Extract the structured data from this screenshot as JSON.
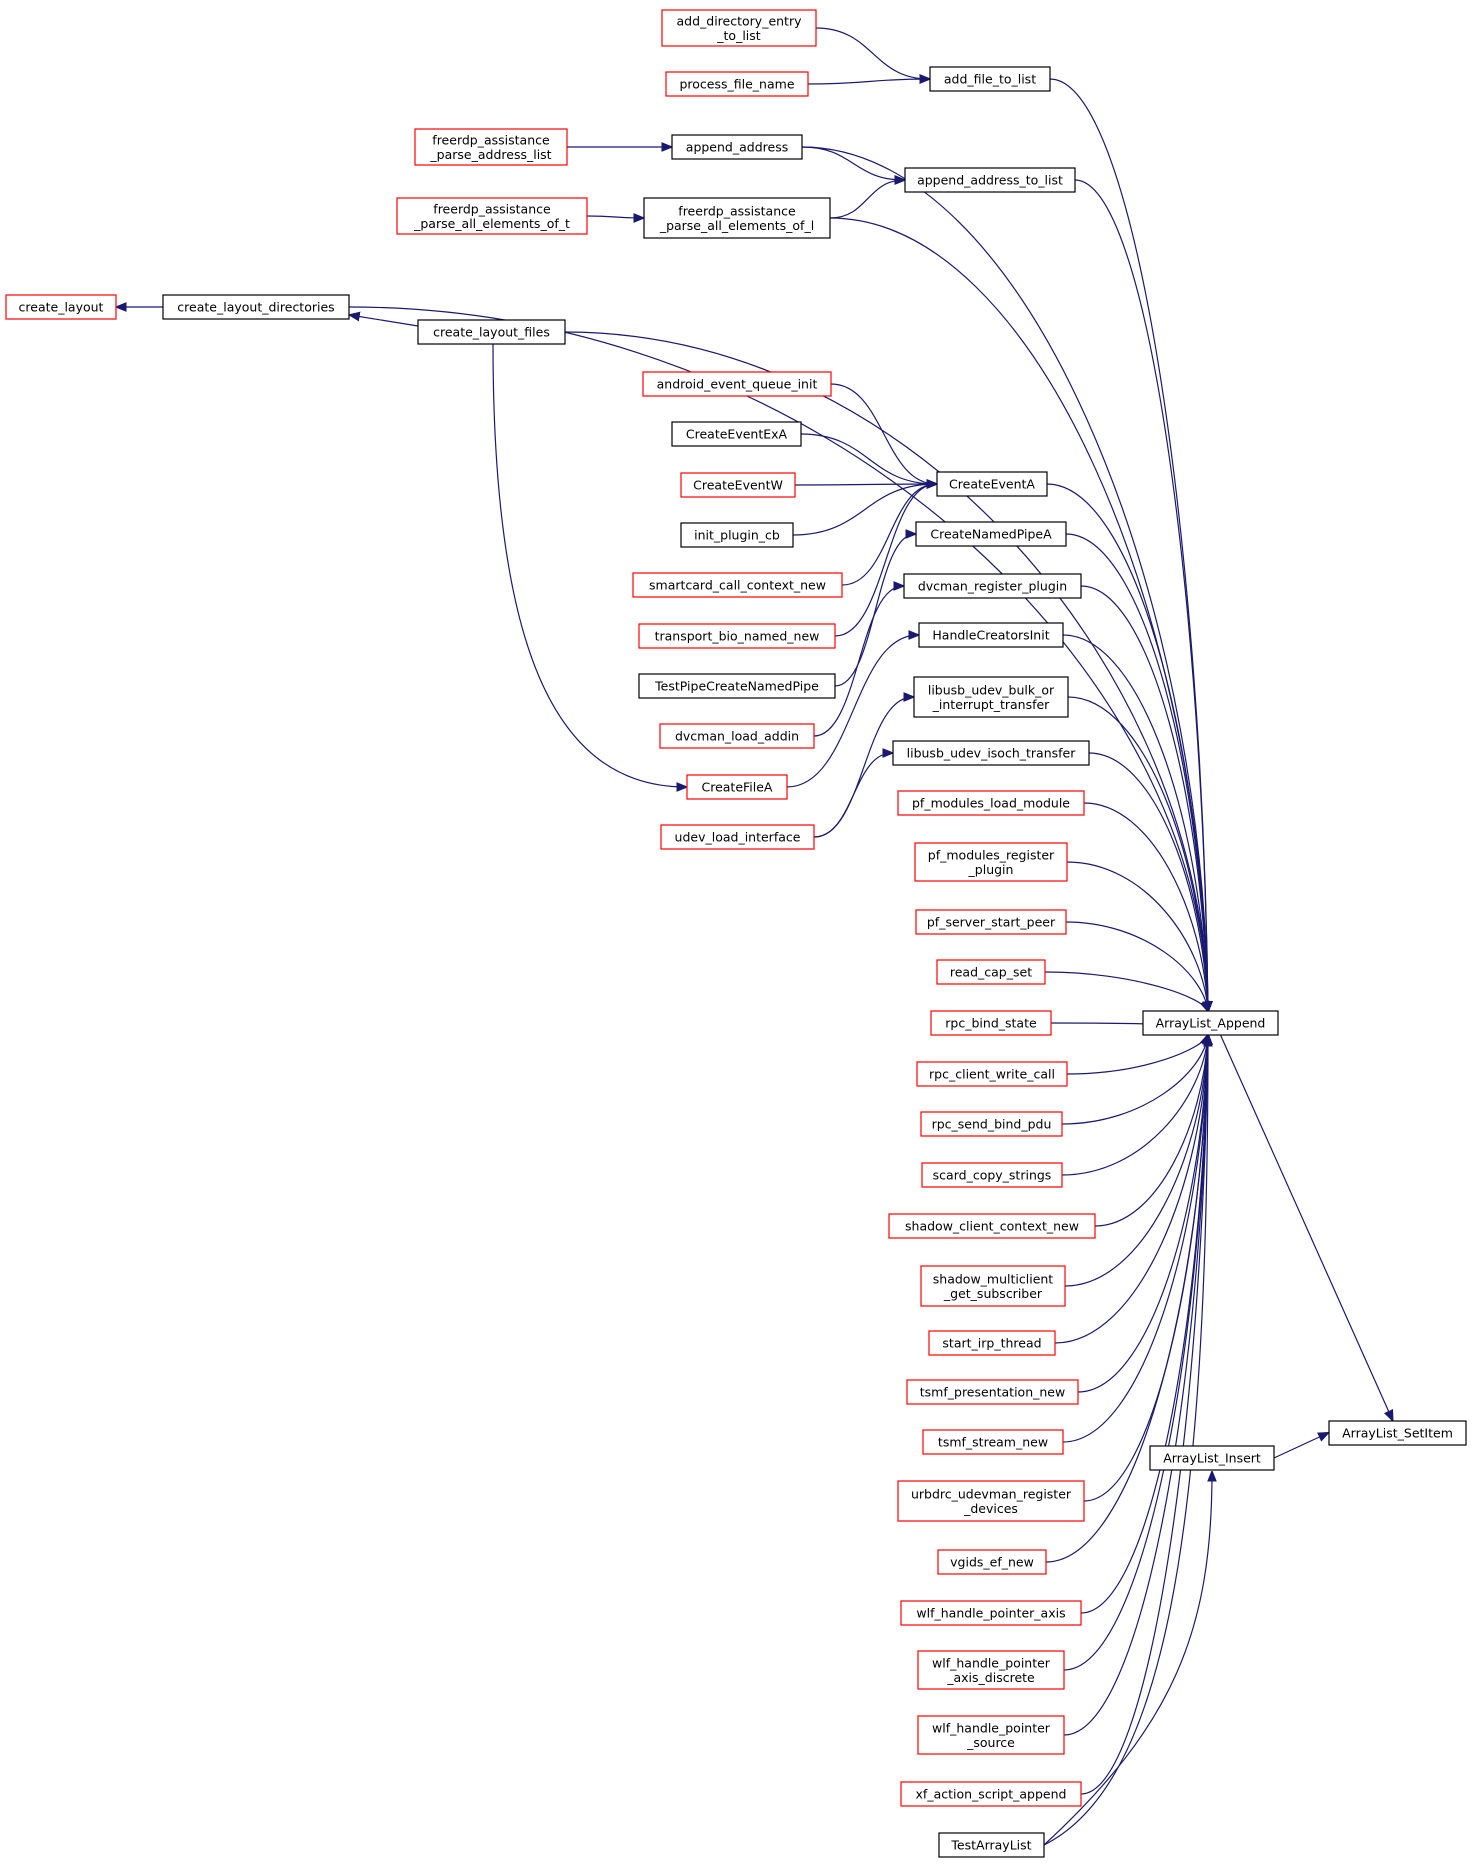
{
  "colors": {
    "edge": "#191970",
    "border_normal": "#000000",
    "border_link": "#ff0000",
    "fill_focus": "#bfbfbf",
    "fill_normal": "#ffffff"
  },
  "nodes": [
    {
      "id": "n_add_dir_entry",
      "lines": [
        "add_directory_entry",
        "_to_list"
      ],
      "border": "red"
    },
    {
      "id": "n_process_file_name",
      "lines": [
        "process_file_name"
      ],
      "border": "red"
    },
    {
      "id": "n_add_file_to_list",
      "lines": [
        "add_file_to_list"
      ],
      "border": "black"
    },
    {
      "id": "n_freerdp_addr_list",
      "lines": [
        "freerdp_assistance",
        "_parse_address_list"
      ],
      "border": "red"
    },
    {
      "id": "n_append_address",
      "lines": [
        "append_address"
      ],
      "border": "black"
    },
    {
      "id": "n_append_address_to_list",
      "lines": [
        "append_address_to_list"
      ],
      "border": "black"
    },
    {
      "id": "n_freerdp_all_t",
      "lines": [
        "freerdp_assistance",
        "_parse_all_elements_of_t"
      ],
      "border": "red"
    },
    {
      "id": "n_freerdp_all_l",
      "lines": [
        "freerdp_assistance",
        "_parse_all_elements_of_l"
      ],
      "border": "black"
    },
    {
      "id": "n_create_layout",
      "lines": [
        "create_layout"
      ],
      "border": "red"
    },
    {
      "id": "n_create_layout_dirs",
      "lines": [
        "create_layout_directories"
      ],
      "border": "black"
    },
    {
      "id": "n_create_layout_files",
      "lines": [
        "create_layout_files"
      ],
      "border": "black"
    },
    {
      "id": "n_android_event_queue_init",
      "lines": [
        "android_event_queue_init"
      ],
      "border": "red"
    },
    {
      "id": "n_create_event_exa",
      "lines": [
        "CreateEventExA"
      ],
      "border": "black"
    },
    {
      "id": "n_create_event_w",
      "lines": [
        "CreateEventW"
      ],
      "border": "red"
    },
    {
      "id": "n_create_event_a",
      "lines": [
        "CreateEventA"
      ],
      "border": "black"
    },
    {
      "id": "n_init_plugin_cb",
      "lines": [
        "init_plugin_cb"
      ],
      "border": "black"
    },
    {
      "id": "n_create_named_pipe_a",
      "lines": [
        "CreateNamedPipeA"
      ],
      "border": "black"
    },
    {
      "id": "n_smartcard_ctx_new",
      "lines": [
        "smartcard_call_context_new"
      ],
      "border": "red"
    },
    {
      "id": "n_dvcman_register_plugin",
      "lines": [
        "dvcman_register_plugin"
      ],
      "border": "black"
    },
    {
      "id": "n_transport_bio_named_new",
      "lines": [
        "transport_bio_named_new"
      ],
      "border": "red"
    },
    {
      "id": "n_handle_creators_init",
      "lines": [
        "HandleCreatorsInit"
      ],
      "border": "black"
    },
    {
      "id": "n_test_pipe_create",
      "lines": [
        "TestPipeCreateNamedPipe"
      ],
      "border": "black"
    },
    {
      "id": "n_libusb_bulk",
      "lines": [
        "libusb_udev_bulk_or",
        "_interrupt_transfer"
      ],
      "border": "black"
    },
    {
      "id": "n_dvcman_load_addin",
      "lines": [
        "dvcman_load_addin"
      ],
      "border": "red"
    },
    {
      "id": "n_libusb_isoch",
      "lines": [
        "libusb_udev_isoch_transfer"
      ],
      "border": "black"
    },
    {
      "id": "n_create_file_a",
      "lines": [
        "CreateFileA"
      ],
      "border": "red"
    },
    {
      "id": "n_pf_modules_load",
      "lines": [
        "pf_modules_load_module"
      ],
      "border": "red"
    },
    {
      "id": "n_udev_load_interface",
      "lines": [
        "udev_load_interface"
      ],
      "border": "red"
    },
    {
      "id": "n_pf_modules_register",
      "lines": [
        "pf_modules_register",
        "_plugin"
      ],
      "border": "red"
    },
    {
      "id": "n_pf_server_start_peer",
      "lines": [
        "pf_server_start_peer"
      ],
      "border": "red"
    },
    {
      "id": "n_read_cap_set",
      "lines": [
        "read_cap_set"
      ],
      "border": "red"
    },
    {
      "id": "n_rpc_bind_state",
      "lines": [
        "rpc_bind_state"
      ],
      "border": "red"
    },
    {
      "id": "n_arraylist_append",
      "lines": [
        "ArrayList_Append"
      ],
      "border": "black"
    },
    {
      "id": "n_rpc_client_write_call",
      "lines": [
        "rpc_client_write_call"
      ],
      "border": "red"
    },
    {
      "id": "n_rpc_send_bind_pdu",
      "lines": [
        "rpc_send_bind_pdu"
      ],
      "border": "red"
    },
    {
      "id": "n_scard_copy_strings",
      "lines": [
        "scard_copy_strings"
      ],
      "border": "red"
    },
    {
      "id": "n_shadow_client_ctx_new",
      "lines": [
        "shadow_client_context_new"
      ],
      "border": "red"
    },
    {
      "id": "n_shadow_multiclient",
      "lines": [
        "shadow_multiclient",
        "_get_subscriber"
      ],
      "border": "red"
    },
    {
      "id": "n_start_irp_thread",
      "lines": [
        "start_irp_thread"
      ],
      "border": "red"
    },
    {
      "id": "n_tsmf_presentation_new",
      "lines": [
        "tsmf_presentation_new"
      ],
      "border": "red"
    },
    {
      "id": "n_arraylist_setitem",
      "lines": [
        "ArrayList_SetItem"
      ],
      "border": "focus"
    },
    {
      "id": "n_tsmf_stream_new",
      "lines": [
        "tsmf_stream_new"
      ],
      "border": "red"
    },
    {
      "id": "n_arraylist_insert",
      "lines": [
        "ArrayList_Insert"
      ],
      "border": "black"
    },
    {
      "id": "n_urbdrc_register",
      "lines": [
        "urbdrc_udevman_register",
        "_devices"
      ],
      "border": "red"
    },
    {
      "id": "n_vgids_ef_new",
      "lines": [
        "vgids_ef_new"
      ],
      "border": "red"
    },
    {
      "id": "n_wlf_pointer_axis",
      "lines": [
        "wlf_handle_pointer_axis"
      ],
      "border": "red"
    },
    {
      "id": "n_wlf_pointer_axis_discrete",
      "lines": [
        "wlf_handle_pointer",
        "_axis_discrete"
      ],
      "border": "red"
    },
    {
      "id": "n_wlf_pointer_source",
      "lines": [
        "wlf_handle_pointer",
        "_source"
      ],
      "border": "red"
    },
    {
      "id": "n_xf_action_script_append",
      "lines": [
        "xf_action_script_append"
      ],
      "border": "red"
    },
    {
      "id": "n_test_array_list",
      "lines": [
        "TestArrayList"
      ],
      "border": "black"
    }
  ],
  "edges": [
    [
      "n_add_dir_entry",
      "n_add_file_to_list"
    ],
    [
      "n_process_file_name",
      "n_add_file_to_list"
    ],
    [
      "n_freerdp_addr_list",
      "n_append_address"
    ],
    [
      "n_append_address",
      "n_append_address_to_list"
    ],
    [
      "n_freerdp_all_l",
      "n_append_address_to_list"
    ],
    [
      "n_freerdp_all_t",
      "n_freerdp_all_l"
    ],
    [
      "n_create_layout_dirs",
      "n_create_layout"
    ],
    [
      "n_create_layout_files",
      "n_create_layout_dirs"
    ],
    [
      "n_android_event_queue_init",
      "n_create_event_a"
    ],
    [
      "n_create_event_exa",
      "n_create_event_a"
    ],
    [
      "n_create_event_w",
      "n_create_event_a"
    ],
    [
      "n_init_plugin_cb",
      "n_create_event_a"
    ],
    [
      "n_smartcard_ctx_new",
      "n_create_event_a"
    ],
    [
      "n_transport_bio_named_new",
      "n_create_event_a"
    ],
    [
      "n_test_pipe_create",
      "n_create_named_pipe_a"
    ],
    [
      "n_dvcman_load_addin",
      "n_dvcman_register_plugin"
    ],
    [
      "n_create_file_a",
      "n_handle_creators_init"
    ],
    [
      "n_udev_load_interface",
      "n_libusb_bulk"
    ],
    [
      "n_udev_load_interface",
      "n_libusb_isoch"
    ],
    [
      "n_create_layout_files",
      "n_create_file_a"
    ],
    [
      "n_add_file_to_list",
      "n_arraylist_append"
    ],
    [
      "n_append_address",
      "n_arraylist_append"
    ],
    [
      "n_append_address_to_list",
      "n_arraylist_append"
    ],
    [
      "n_freerdp_all_l",
      "n_arraylist_append"
    ],
    [
      "n_create_layout_dirs",
      "n_arraylist_append"
    ],
    [
      "n_create_layout_files",
      "n_arraylist_append"
    ],
    [
      "n_create_event_a",
      "n_arraylist_append"
    ],
    [
      "n_create_named_pipe_a",
      "n_arraylist_append"
    ],
    [
      "n_dvcman_register_plugin",
      "n_arraylist_append"
    ],
    [
      "n_handle_creators_init",
      "n_arraylist_append"
    ],
    [
      "n_libusb_bulk",
      "n_arraylist_append"
    ],
    [
      "n_libusb_isoch",
      "n_arraylist_append"
    ],
    [
      "n_pf_modules_load",
      "n_arraylist_append"
    ],
    [
      "n_pf_modules_register",
      "n_arraylist_append"
    ],
    [
      "n_pf_server_start_peer",
      "n_arraylist_append"
    ],
    [
      "n_read_cap_set",
      "n_arraylist_append"
    ],
    [
      "n_rpc_bind_state",
      "n_arraylist_append"
    ],
    [
      "n_rpc_client_write_call",
      "n_arraylist_append"
    ],
    [
      "n_rpc_send_bind_pdu",
      "n_arraylist_append"
    ],
    [
      "n_scard_copy_strings",
      "n_arraylist_append"
    ],
    [
      "n_shadow_client_ctx_new",
      "n_arraylist_append"
    ],
    [
      "n_shadow_multiclient",
      "n_arraylist_append"
    ],
    [
      "n_start_irp_thread",
      "n_arraylist_append"
    ],
    [
      "n_tsmf_presentation_new",
      "n_arraylist_append"
    ],
    [
      "n_tsmf_stream_new",
      "n_arraylist_append"
    ],
    [
      "n_urbdrc_register",
      "n_arraylist_append"
    ],
    [
      "n_vgids_ef_new",
      "n_arraylist_append"
    ],
    [
      "n_wlf_pointer_axis",
      "n_arraylist_append"
    ],
    [
      "n_wlf_pointer_axis_discrete",
      "n_arraylist_append"
    ],
    [
      "n_wlf_pointer_source",
      "n_arraylist_append"
    ],
    [
      "n_xf_action_script_append",
      "n_arraylist_append"
    ],
    [
      "n_test_array_list",
      "n_arraylist_append"
    ],
    [
      "n_test_array_list",
      "n_arraylist_insert"
    ],
    [
      "n_arraylist_append",
      "n_arraylist_setitem"
    ],
    [
      "n_arraylist_insert",
      "n_arraylist_setitem"
    ]
  ]
}
